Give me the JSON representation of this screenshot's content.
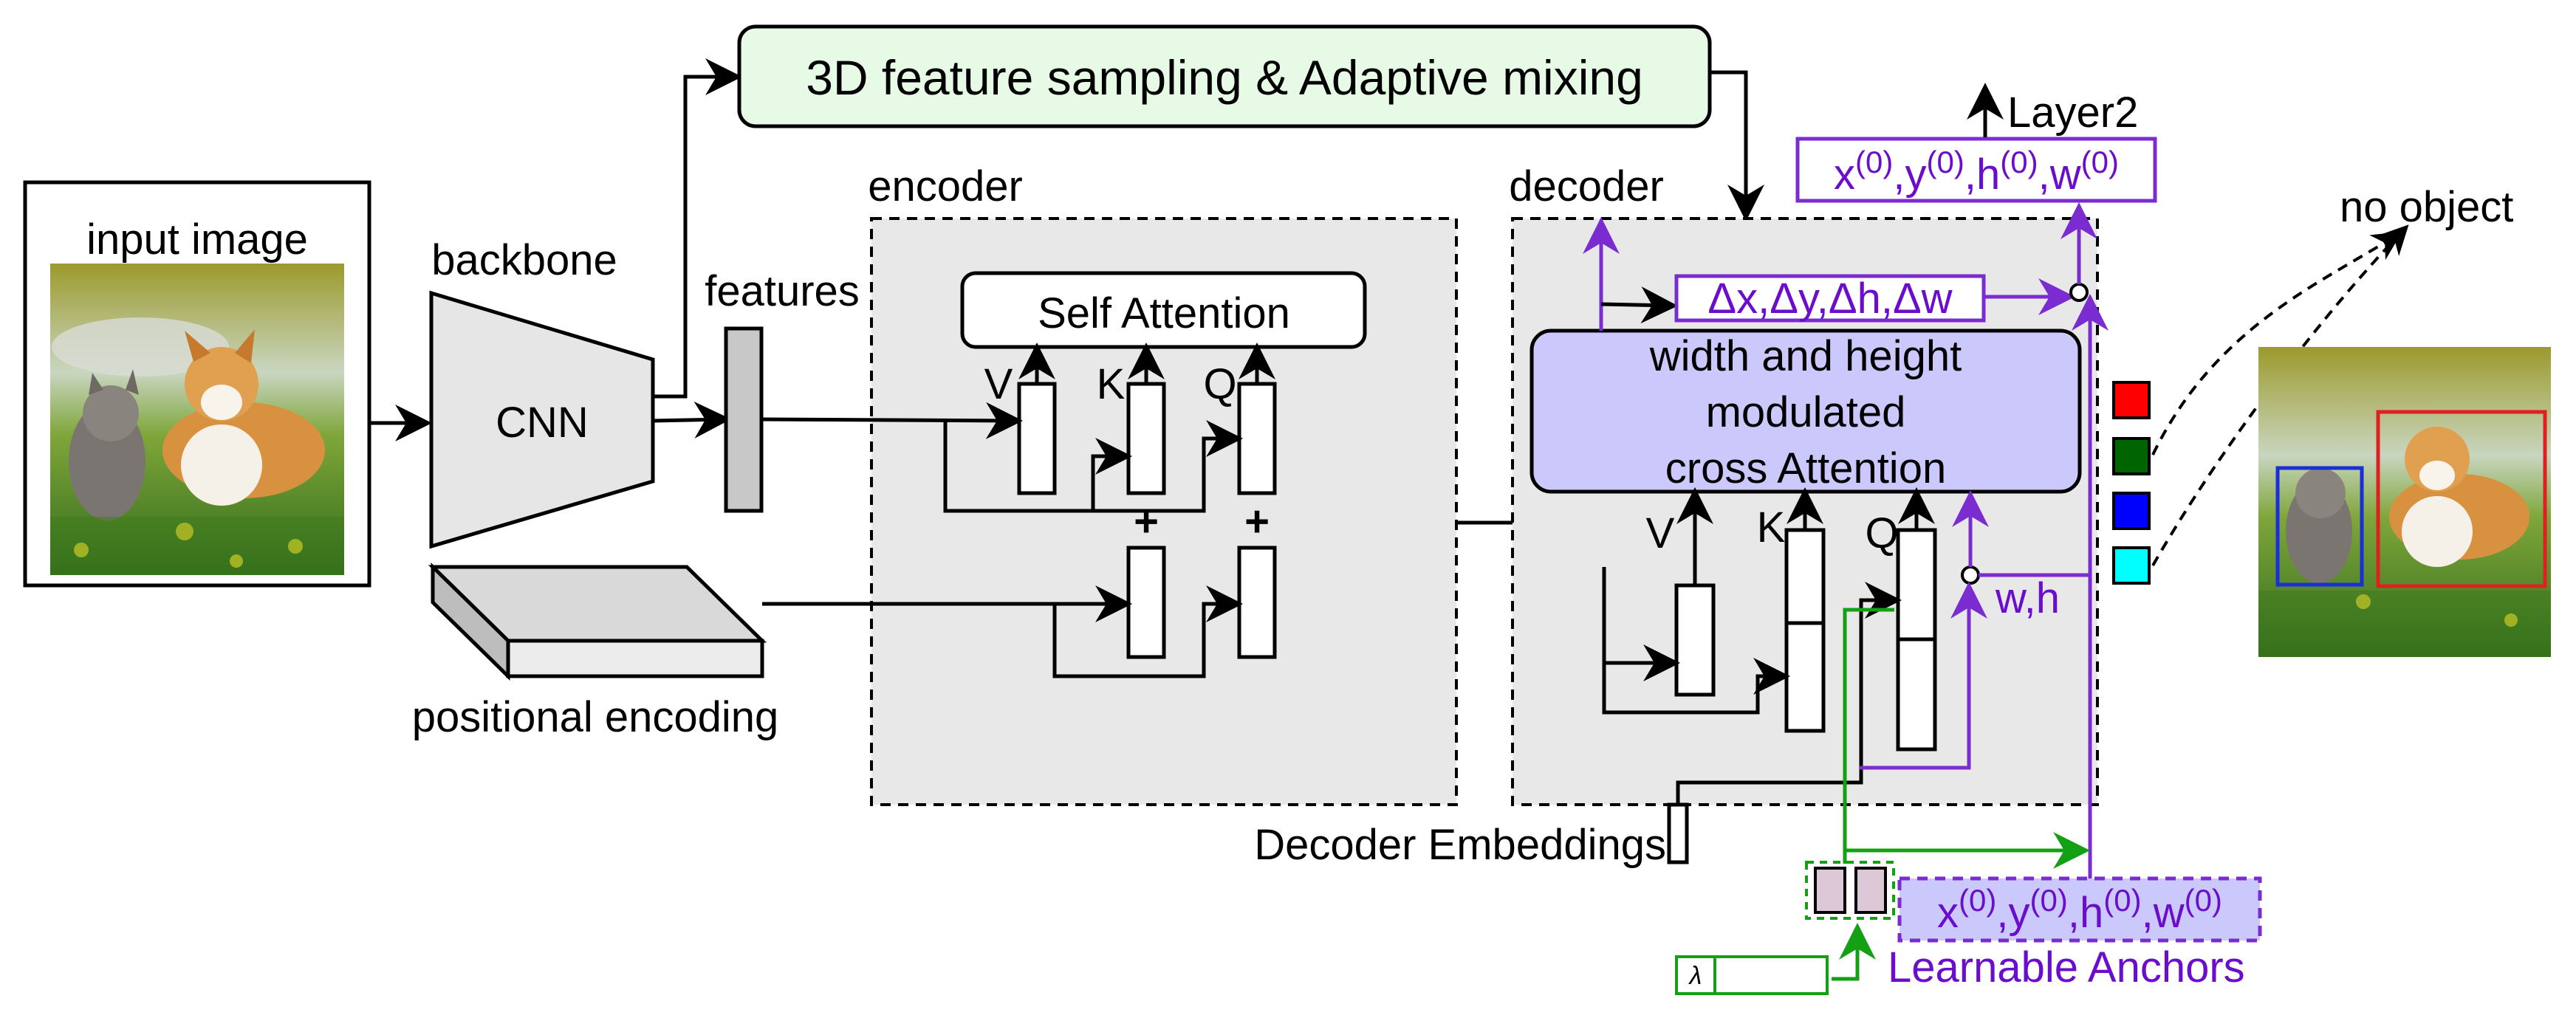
{
  "labels": {
    "input_image": "input image",
    "backbone": "backbone",
    "cnn": "CNN",
    "features": "features",
    "positional_encoding": "positional encoding",
    "sampling_mixing": "3D feature sampling & Adaptive mixing",
    "encoder": "encoder",
    "decoder": "decoder",
    "self_attention": "Self Attention",
    "v": "V",
    "k": "K",
    "q": "Q",
    "plus": "+",
    "cross_attention_line1": "width and height",
    "cross_attention_line2": "modulated",
    "cross_attention_line3": "cross Attention",
    "decoder_embeddings": "Decoder Embeddings",
    "layer2": "Layer2",
    "delta": "Δx,Δy,Δh,Δw",
    "wh": "w,h",
    "x_base": "x",
    "y_base": "y",
    "h_base": "h",
    "w_base": "w",
    "sup0": "(0)",
    "comma": ",",
    "learnable_anchors": "Learnable Anchors",
    "lambda": "λ",
    "no_object": "no object"
  },
  "colors": {
    "purple": "#7a2cd1",
    "green": "#14a014",
    "sampling_fill": "#e6fae6",
    "cross_attn_fill": "#cbc9fb",
    "region_fill": "#e8e8e8",
    "class_boxes": [
      "#ff0000",
      "#006400",
      "#0000ff",
      "#00ffff"
    ],
    "detection_box_cat": "#1b2fd6",
    "detection_box_dog": "#e02020"
  }
}
